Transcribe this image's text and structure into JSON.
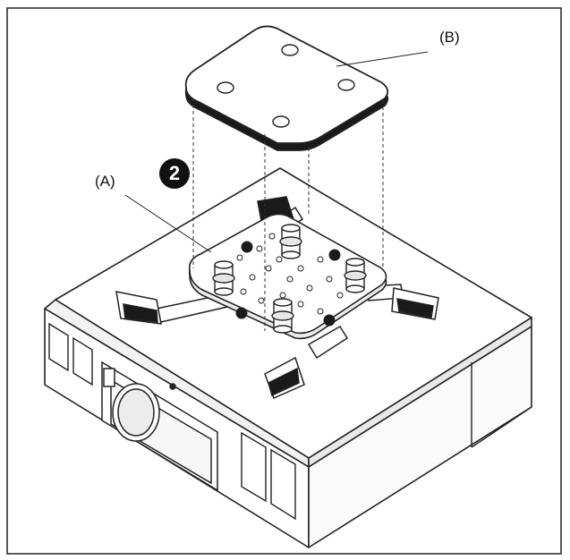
{
  "step_number": "2",
  "callouts": {
    "a": "(A)",
    "b": "(B)"
  },
  "colors": {
    "line": "#222222",
    "background": "#ffffff",
    "fill_light": "#f4f4f4",
    "fill_dark": "#1a1a1a"
  }
}
